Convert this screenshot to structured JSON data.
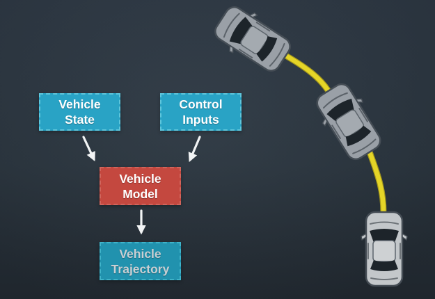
{
  "title": "Vehicle model flowchart with simulated car trajectory",
  "colors": {
    "background_top": "#2f3a46",
    "background_bottom": "#232b33",
    "teal_box": "#29a3c5",
    "teal_box_border": "#5ec6dc",
    "red_box": "#c4483f",
    "red_box_border": "#d0655c",
    "trajectory_box": "#2192ae",
    "trajectory_box_border": "#3fb3c9",
    "box_text": "#ffffff",
    "trajectory_box_text": "#c9cfd3",
    "arrow": "#f2f4f5",
    "path_yellow": "#e5d527",
    "car_body_gray": "#9aa0a7",
    "car_body_light": "#c3c7ca",
    "car_window": "#1d242a"
  },
  "flowchart": {
    "vehicle_state": {
      "line1": "Vehicle",
      "line2": "State"
    },
    "control_inputs": {
      "line1": "Control",
      "line2": "Inputs"
    },
    "vehicle_model": {
      "line1": "Vehicle",
      "line2": "Model"
    },
    "vehicle_trajectory": {
      "line1": "Vehicle",
      "line2": "Trajectory"
    },
    "edges": [
      {
        "from": "vehicle_state",
        "to": "vehicle_model"
      },
      {
        "from": "control_inputs",
        "to": "vehicle_model"
      },
      {
        "from": "vehicle_model",
        "to": "vehicle_trajectory"
      }
    ]
  },
  "illustration": {
    "description": "Three top-view cars along a yellow curved trajectory",
    "cars": [
      {
        "name": "car-trajectory-start",
        "position": "bottom-right, facing up"
      },
      {
        "name": "car-trajectory-middle",
        "position": "middle-right, turning left"
      },
      {
        "name": "car-trajectory-end",
        "position": "top-right, turned further left"
      }
    ]
  }
}
